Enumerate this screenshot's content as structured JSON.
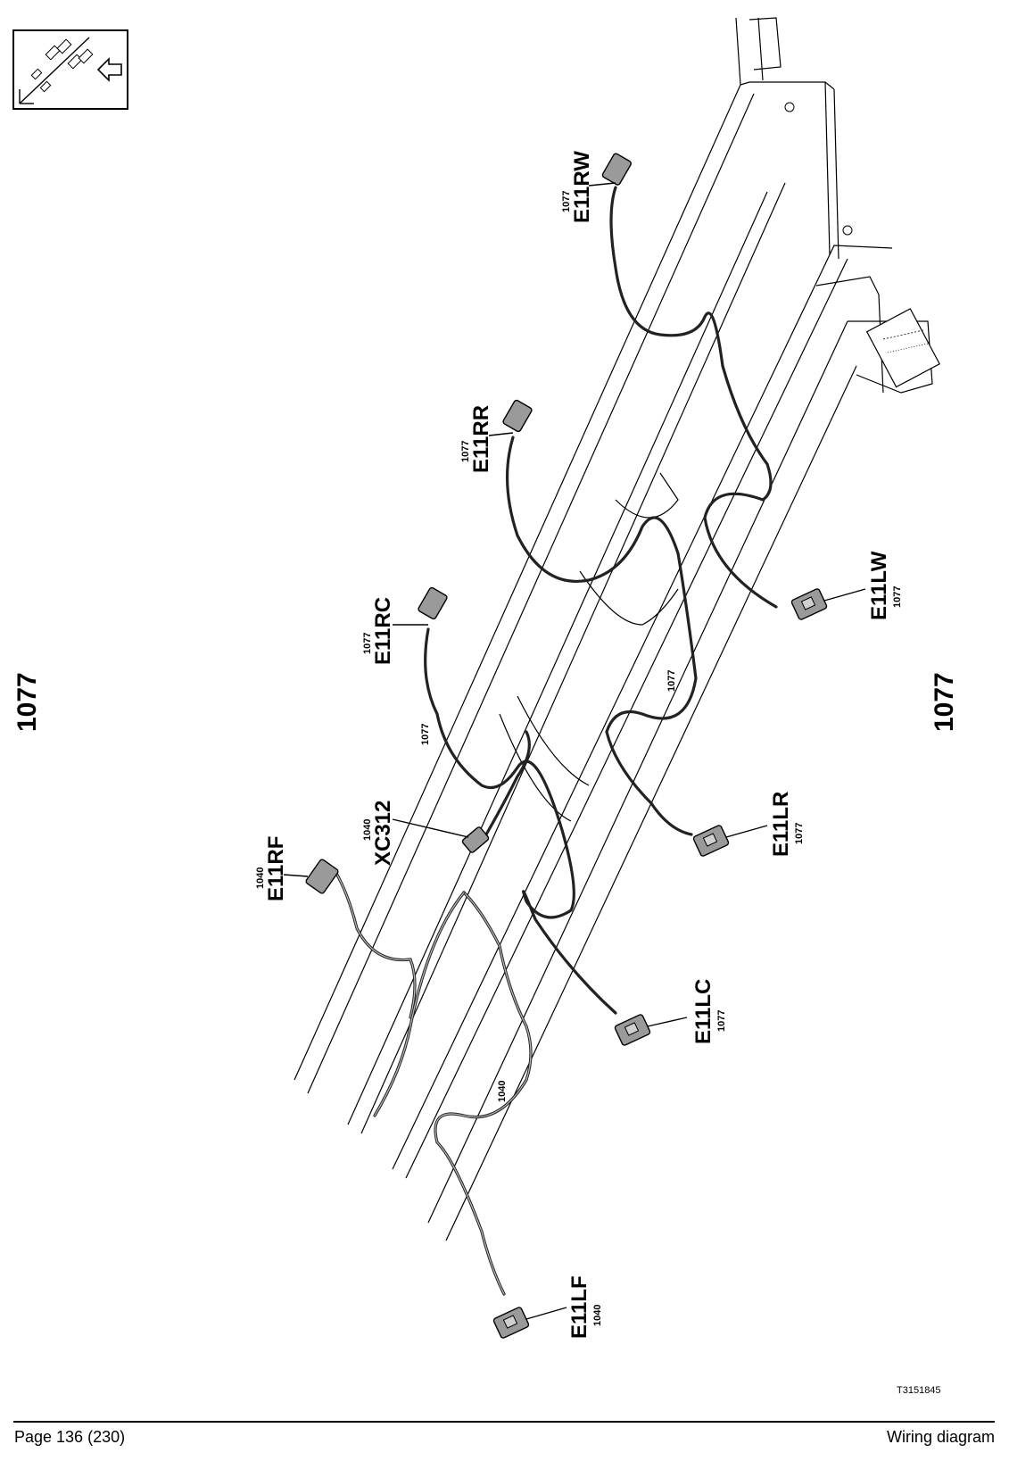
{
  "page_number_left": "1077",
  "page_number_right": "1077",
  "components": [
    {
      "id": "E11RW",
      "code": "1077"
    },
    {
      "id": "E11RR",
      "code": "1077"
    },
    {
      "id": "E11RC",
      "code": "1077"
    },
    {
      "id": "XC312",
      "code": "1040"
    },
    {
      "id": "E11RF",
      "code": "1040"
    },
    {
      "id": "E11LW",
      "code": "1077"
    },
    {
      "id": "E11LR",
      "code": "1077"
    },
    {
      "id": "E11LC",
      "code": "1077"
    },
    {
      "id": "E11LF",
      "code": "1040"
    }
  ],
  "wire_labels": [
    "1077",
    "1077",
    "1040"
  ],
  "figure_id": "T3151845",
  "footer": {
    "page": "Page 136 (230)",
    "title": "Wiring diagram"
  },
  "icons": [
    "vehicle-orientation-icon",
    "arrow-left-icon"
  ]
}
